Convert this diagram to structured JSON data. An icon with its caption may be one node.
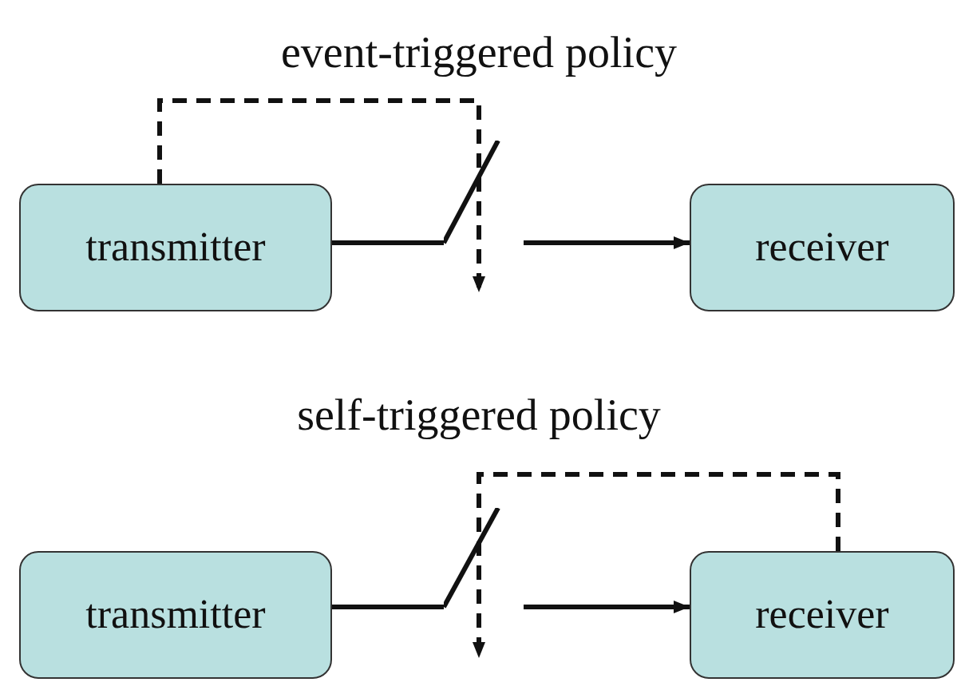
{
  "diagram": {
    "nodes": [
      {
        "text": [
          "transmitter"
        ]
      },
      {
        "text": [],
        "shape": "switch"
      },
      {
        "text": [
          "receiver"
        ]
      },
      {
        "text": [
          "transmitter"
        ]
      },
      {
        "text": [],
        "shape": "switch"
      },
      {
        "text": [
          "receiver"
        ]
      }
    ],
    "edges": [
      {
        "from": 0,
        "to": 1,
        "arrow": "none"
      },
      {
        "from": 1,
        "to": 2,
        "arrow": "to"
      },
      {
        "from": 0,
        "to": 1,
        "arrow": "to",
        "style": "dashed"
      },
      {
        "from": 3,
        "to": 4,
        "arrow": "none"
      },
      {
        "from": 4,
        "to": 5,
        "arrow": "to"
      },
      {
        "from": 5,
        "to": 4,
        "arrow": "to",
        "style": "dashed"
      }
    ],
    "labels": [
      "event-triggered policy",
      "self-triggered policy"
    ]
  }
}
